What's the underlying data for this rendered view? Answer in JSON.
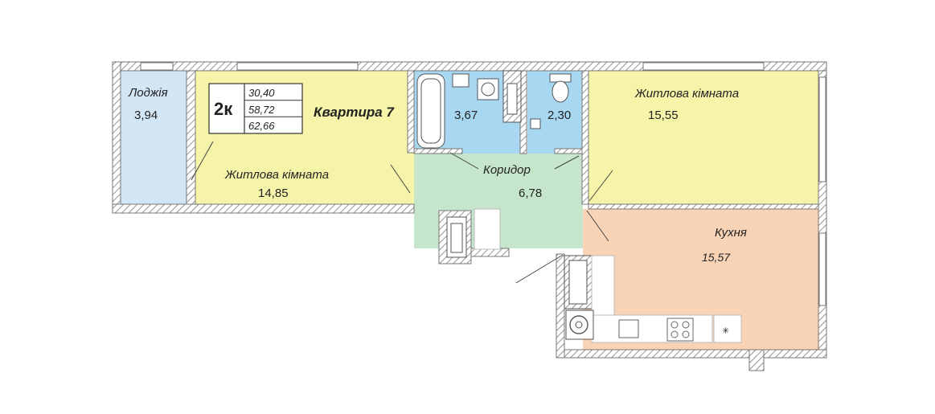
{
  "apartment": {
    "title": "Квартира 7",
    "rooms_badge": "2к",
    "areas": [
      "30,40",
      "58,72",
      "62,66"
    ]
  },
  "rooms": {
    "loggia": {
      "name": "Лоджія",
      "area": "3,94"
    },
    "living1": {
      "name": "Житлова кімната",
      "area": "14,85"
    },
    "bath": {
      "area": "3,67"
    },
    "wc": {
      "area": "2,30"
    },
    "living2": {
      "name": "Житлова кімната",
      "area": "15,55"
    },
    "corridor": {
      "name": "Коридор",
      "area": "6,78"
    },
    "kitchen": {
      "name": "Кухня",
      "area": "15,57"
    }
  },
  "colors": {
    "living": "#f6f4a8",
    "loggia": "#d3e6f6",
    "wet": "#a8d7f2",
    "corridor": "#c6e6cc",
    "kitchen": "#f9d3b5",
    "wall": "#8a8a8a"
  }
}
